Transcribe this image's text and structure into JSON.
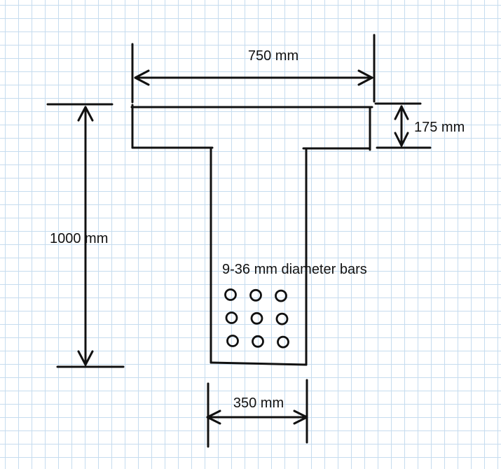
{
  "labels": {
    "flange_width": "750 mm",
    "flange_thickness": "175 mm",
    "total_depth": "1000 mm",
    "web_width": "350 mm",
    "reinforcement": "9-36 mm diameter bars"
  },
  "reinforcement": {
    "bar_count": 9
  },
  "colors": {
    "ink": "#111111",
    "grid": "#c6dcef",
    "background": "#ffffff"
  }
}
